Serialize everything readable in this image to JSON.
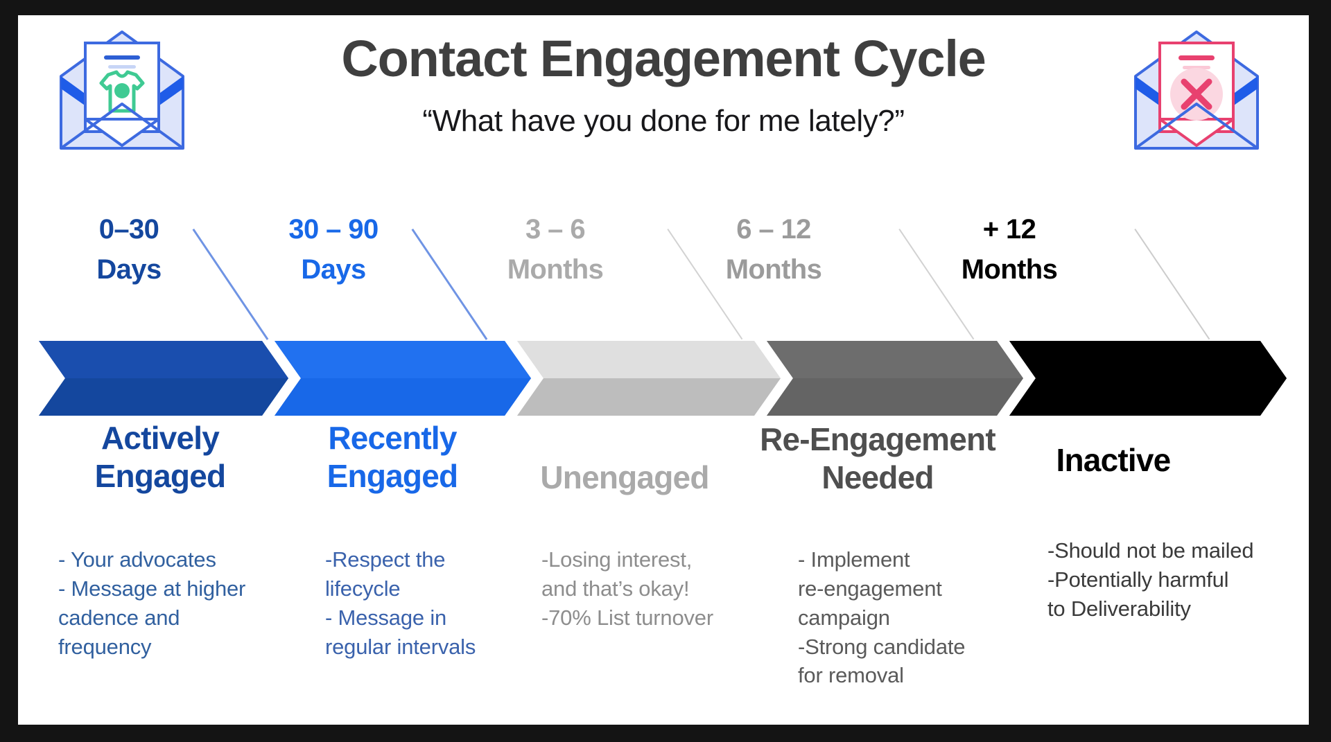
{
  "header": {
    "title": "Contact Engagement Cycle",
    "subtitle": "“What have you done for me lately?”",
    "title_color": "#3f3f3f",
    "subtitle_color": "#17171a",
    "left_icon": "open-envelope-with-tshirt-letter-icon",
    "right_icon": "open-envelope-with-x-letter-icon"
  },
  "palette": {
    "stage1": "#14479e",
    "stage2": "#1868e8",
    "stage3": "#d4d4d4",
    "stage4": "#676767",
    "stage5": "#000000",
    "stage1_text": "#14479e",
    "stage2_text": "#1868e8",
    "stage3_text": "#aaaaaa",
    "stage4_text": "#4f4f4f",
    "stage5_text": "#000000",
    "body1_text": "#31609f",
    "body2_text": "#3a62ac",
    "body3_text": "#8d8d8d",
    "body4_text": "#5a5a5a",
    "body5_text": "#3a3a3a",
    "frame": "#141414",
    "canvas": "#ffffff"
  },
  "stages": [
    {
      "timeframe": "0–30\nDays",
      "name": "Actively\nEngaged",
      "bullets": "- Your advocates\n- Message at higher\ncadence and\nfrequency",
      "band_color": "#14479e",
      "label_color": "#14479e",
      "body_color": "#31609f"
    },
    {
      "timeframe": "30 – 90\nDays",
      "name": "Recently\nEngaged",
      "bullets": "-Respect the\nlifecycle\n- Message in\nregular intervals",
      "band_color": "#1868e8",
      "label_color": "#1868e8",
      "body_color": "#3a62ac"
    },
    {
      "timeframe": "3 – 6\nMonths",
      "name": "Unengaged",
      "bullets": "-Losing interest,\nand that’s okay!\n-70% List turnover",
      "band_color": "#d4d4d4",
      "label_color": "#aaaaaa",
      "body_color": "#8d8d8d"
    },
    {
      "timeframe": "6 – 12\nMonths",
      "name": "Re-Engagement\nNeeded",
      "bullets": "- Implement\nre-engagement\ncampaign\n-Strong candidate\nfor removal",
      "band_color": "#676767",
      "label_color": "#4f4f4f",
      "body_color": "#5a5a5a"
    },
    {
      "timeframe": "+ 12\nMonths",
      "name": "Inactive",
      "bullets": "-Should not be mailed\n-Potentially harmful\nto Deliverability",
      "band_color": "#000000",
      "label_color": "#000000",
      "body_color": "#3a3a3a"
    }
  ]
}
